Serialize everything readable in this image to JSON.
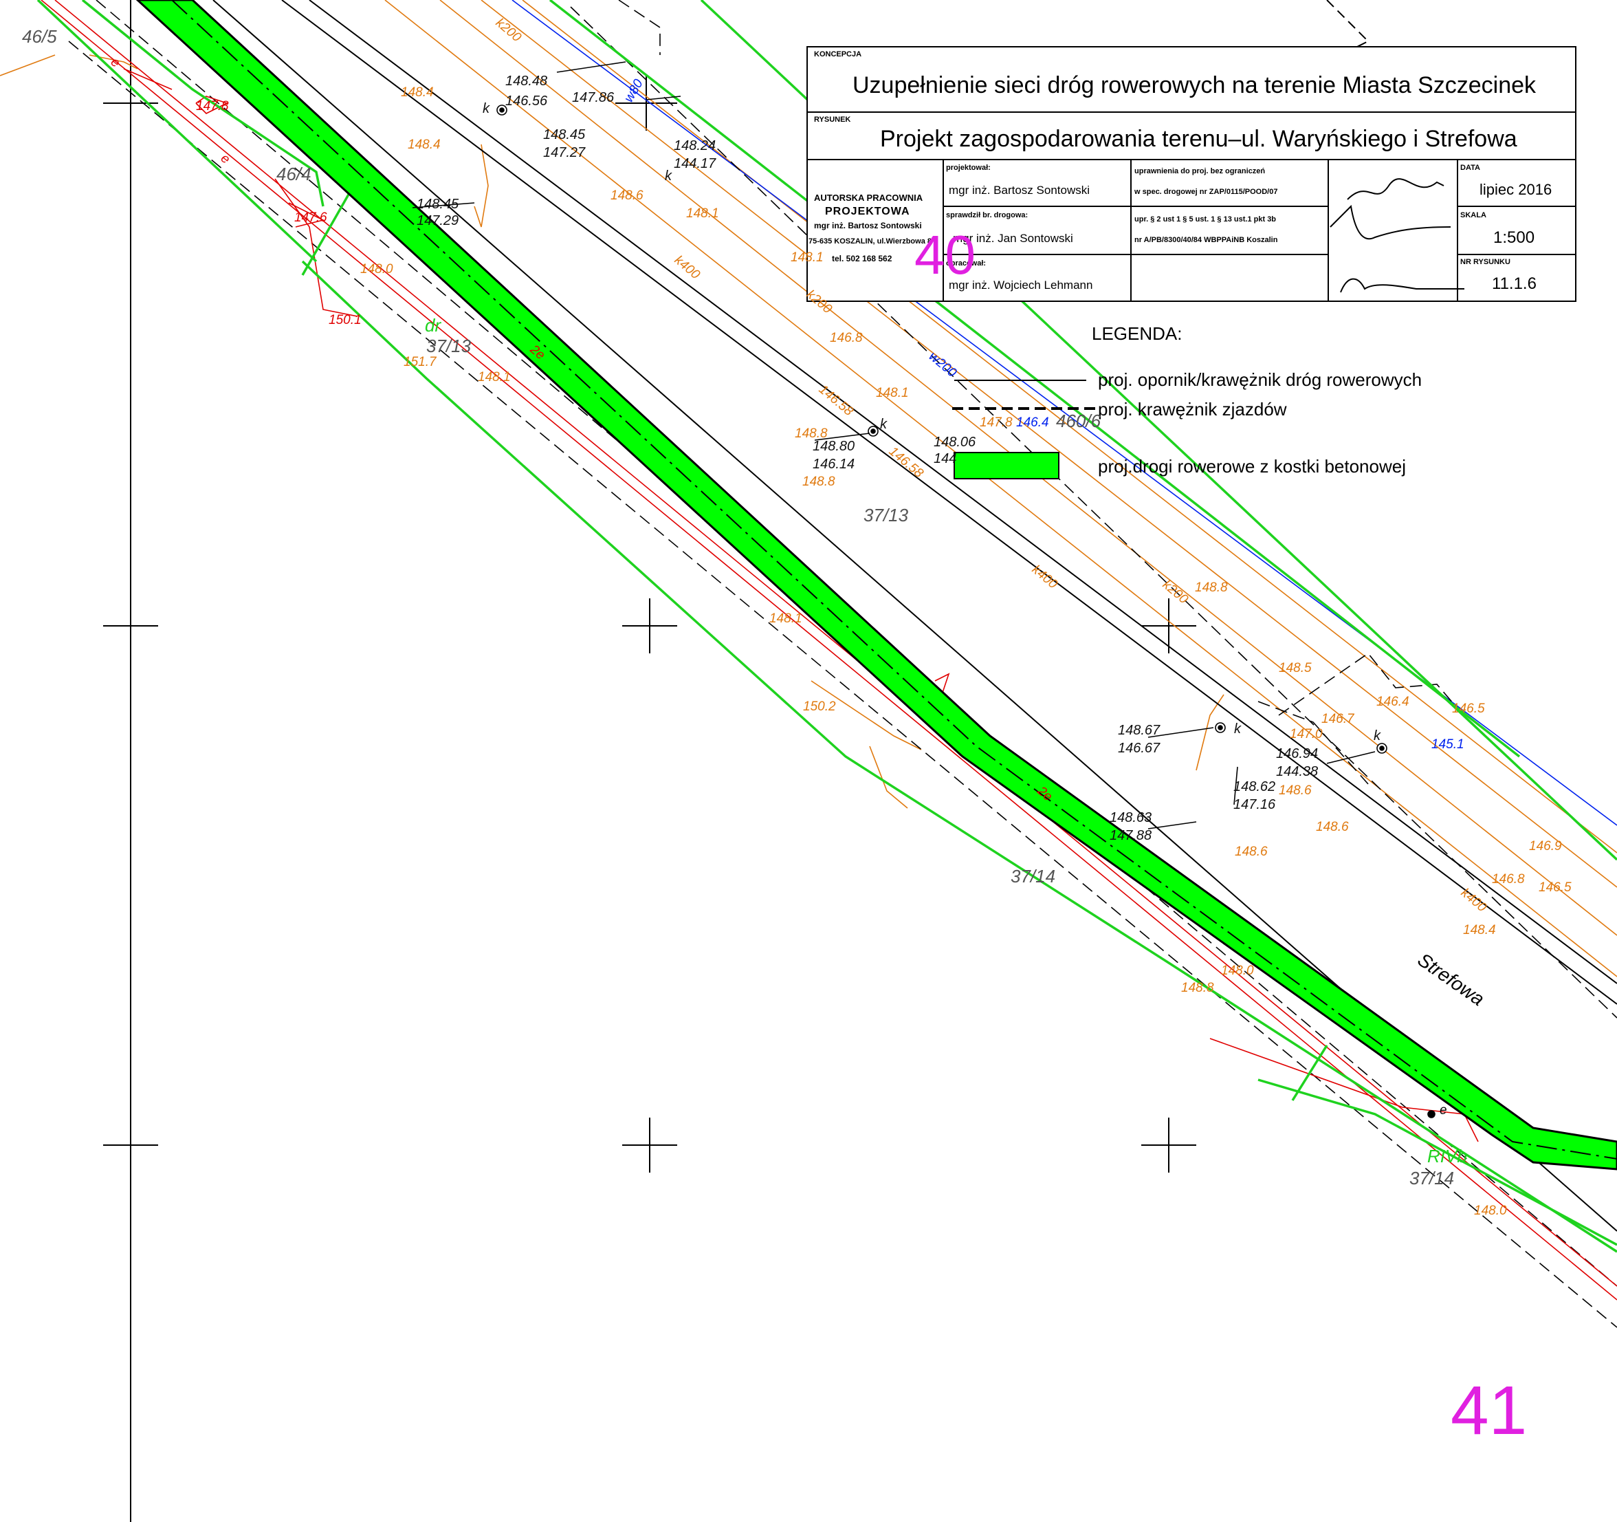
{
  "colors": {
    "bike_path_fill": "#00ff00",
    "green_line": "#1fd21f",
    "orange": "#e07a10",
    "red": "#e00000",
    "blue": "#0022ee",
    "magenta": "#e020e0",
    "black": "#000000"
  },
  "title_block": {
    "koncepcja_label": "KONCEPCJA",
    "koncepcja_text": "Uzupełnienie sieci dróg rowerowych na terenie Miasta Szczecinek",
    "rysunek_label": "RYSUNEK",
    "rysunek_text": "Projekt zagospodarowania terenu–ul. Waryńskiego i Strefowa",
    "office": {
      "line1": "AUTORSKA PRACOWNIA",
      "line2": "PROJEKTOWA",
      "line3": "mgr inż. Bartosz Sontowski",
      "line4": "75-635 KOSZALIN, ul.Wierzbowa 8",
      "line5": "tel. 502 168 562"
    },
    "rows": [
      {
        "role": "projektował:",
        "name": "mgr inż. Bartosz Sontowski",
        "perm1": "uprawnienia do proj. bez ograniczeń",
        "perm2": "w spec. drogowej nr ZAP/0115/POOD/07"
      },
      {
        "role": "sprawdził br. drogowa:",
        "name": "mgr inż. Jan Sontowski",
        "perm1": "upr. § 2 ust 1 § 5 ust. 1 § 13 ust.1 pkt 3b",
        "perm2": "nr A/PB/8300/40/84 WBPPAiNB Koszalin"
      },
      {
        "role": "opracował:",
        "name": "mgr inż. Wojciech Lehmann",
        "perm1": "",
        "perm2": ""
      }
    ],
    "data_label": "DATA",
    "data_value": "lipiec 2016",
    "skala_label": "SKALA",
    "skala_value": "1:500",
    "nr_label": "NR RYSUNKU",
    "nr_value": "11.1.6"
  },
  "legend": {
    "title": "LEGENDA:",
    "items": [
      "proj. opornik/krawężnik dróg rowerowych",
      "proj. krawężnik zjazdów",
      "proj.drogi rowerowe z kostki betonowej"
    ]
  },
  "sheet_numbers": {
    "top": "40",
    "bottom": "41"
  },
  "street_name": "Strefowa",
  "parcels": [
    "46/5",
    "46/4",
    "37/13",
    "37/13",
    "37/14",
    "37/14",
    "460/6",
    "dr",
    "RIVb"
  ],
  "elevations_orange": [
    "148.4",
    "148.4",
    "148.6",
    "148.1",
    "148.0",
    "148.1",
    "148.8",
    "148.8",
    "148.1",
    "150.2",
    "146.8",
    "148.1",
    "147.8",
    "148.8",
    "148.5",
    "146.4",
    "146.5",
    "146.7",
    "147.0",
    "148.6",
    "148.6",
    "148.6",
    "146.9",
    "146.8",
    "146.5",
    "148.4",
    "148.0",
    "148.8",
    "148.0",
    "151.7",
    "148.1"
  ],
  "elevations_red": [
    "147.8",
    "147.6",
    "150.1"
  ],
  "elevations_blue": [
    "146.4",
    "145.1"
  ],
  "well_labels": [
    {
      "top": "148.48",
      "bottom": "146.56"
    },
    {
      "top": "148.45",
      "bottom": "147.27"
    },
    {
      "top": "147.86",
      "bottom": ""
    },
    {
      "top": "148.24",
      "bottom": "144.17"
    },
    {
      "top": "148.45",
      "bottom": "147.29"
    },
    {
      "top": "148.80",
      "bottom": "146.14"
    },
    {
      "top": "148.06",
      "bottom": "144"
    },
    {
      "top": "148.67",
      "bottom": "146.67"
    },
    {
      "top": "146.94",
      "bottom": "144.38"
    },
    {
      "top": "148.62",
      "bottom": "147.16"
    },
    {
      "top": "148.63",
      "bottom": "147.88"
    }
  ],
  "utility_labels": [
    "k200",
    "k400",
    "k200",
    "146.58",
    "146.58",
    "k400",
    "k200",
    "k400",
    "w200",
    "w80",
    "2e",
    "2e",
    "e",
    "e",
    "e",
    "k",
    "k",
    "k",
    "k",
    "k"
  ]
}
